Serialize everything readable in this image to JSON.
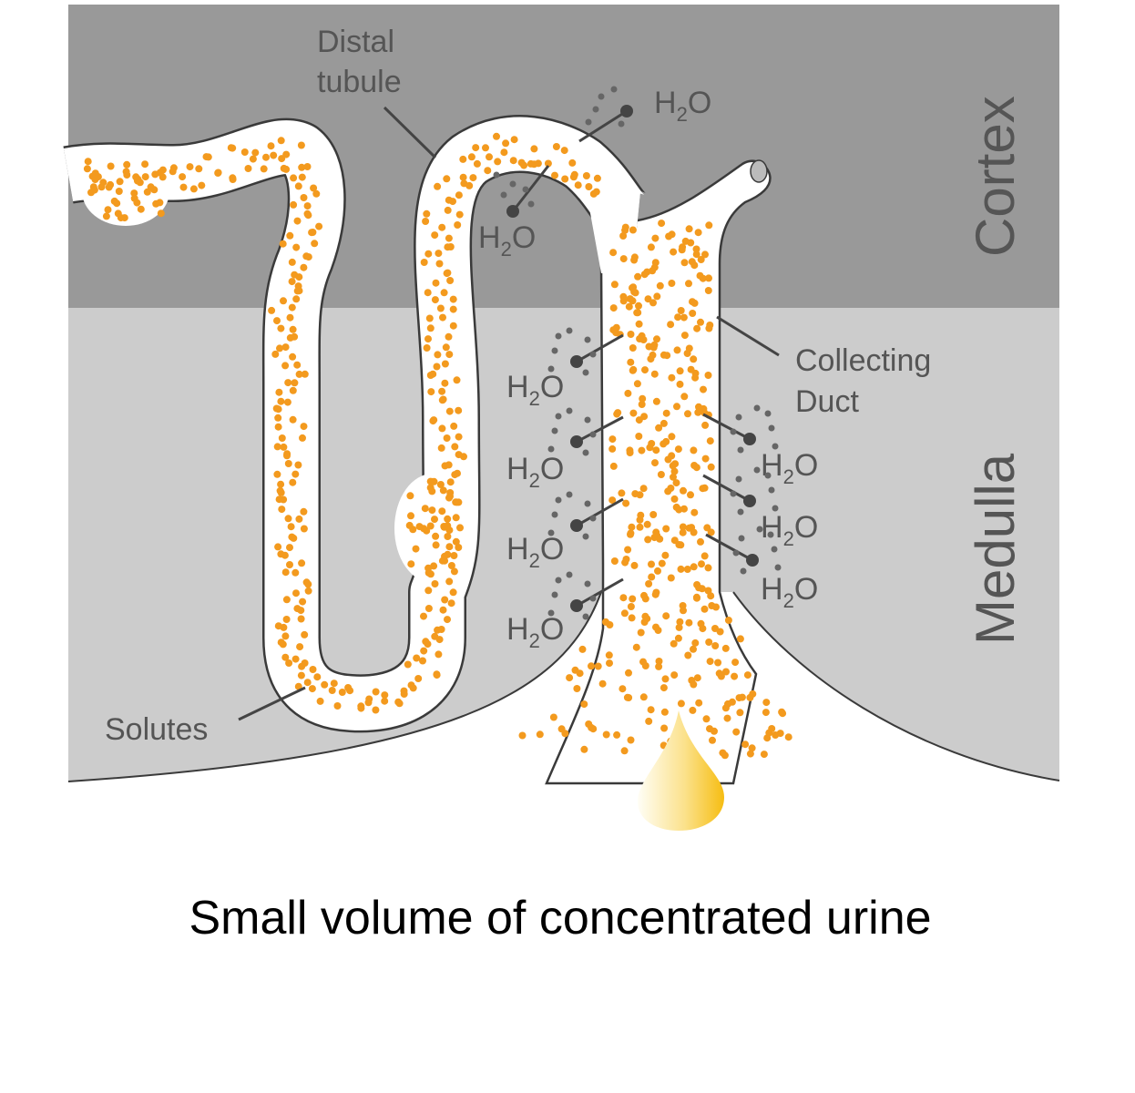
{
  "labels": {
    "distal_line1": "Distal",
    "distal_line2": "tubule",
    "collecting_line1": "Collecting",
    "collecting_line2": "Duct",
    "solutes": "Solutes",
    "cortex": "Cortex",
    "medulla": "Medulla"
  },
  "water": {
    "main": "H",
    "sub": "2",
    "end": "O"
  },
  "caption": "Small volume of concentrated urine",
  "colors": {
    "cortex": "#999999",
    "medulla": "#cccccc",
    "solute": "#f39a1e",
    "water": "#666666",
    "droplet": "#f7c21c"
  }
}
